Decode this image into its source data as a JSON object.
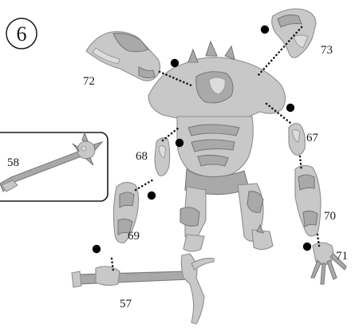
{
  "step": {
    "number": "6"
  },
  "parts": {
    "p57": "57",
    "p58": "58",
    "p67": "67",
    "p68": "68",
    "p69": "69",
    "p70": "70",
    "p71": "71",
    "p72": "72",
    "p73": "73"
  },
  "icons": {
    "glue": "glue-drop-icon"
  }
}
